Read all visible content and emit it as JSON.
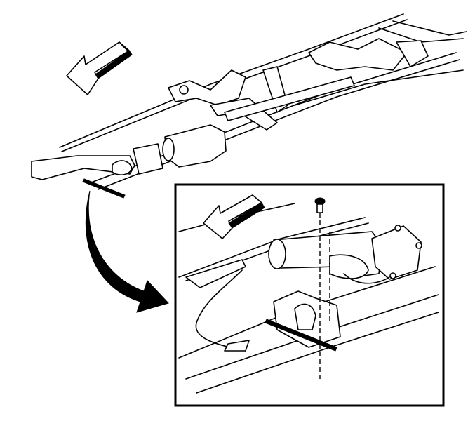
{
  "diagram": {
    "colors": {
      "line": "#000000",
      "background": "#ffffff"
    },
    "icons": [
      "forward-direction-arrow",
      "detail-callout-arrow",
      "bolt"
    ]
  }
}
